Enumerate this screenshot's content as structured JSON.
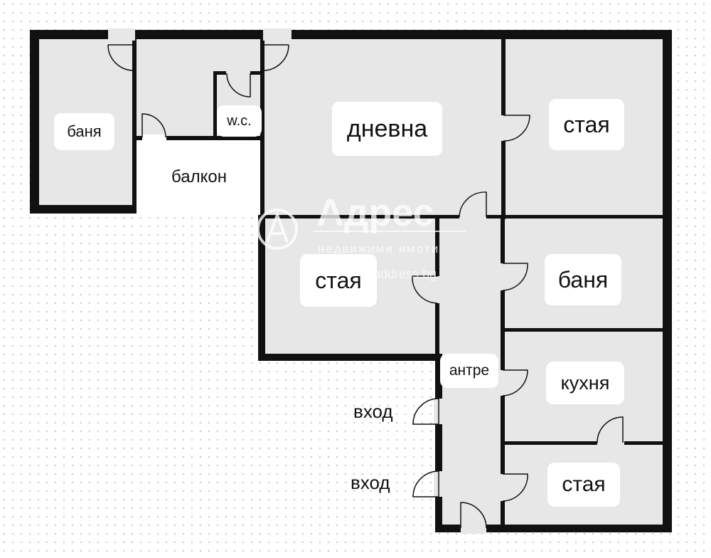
{
  "rooms": {
    "bath_left": "баня",
    "balcony": "балкон",
    "wc": "w.c.",
    "living": "дневна",
    "room_top_right": "стая",
    "room_center": "стая",
    "bath_right": "баня",
    "hall": "антре",
    "kitchen": "кухня",
    "room_bottom_right": "стая"
  },
  "entrances": {
    "upper": "вход",
    "lower": "вход"
  },
  "watermark": {
    "name": "Адрес",
    "tagline": "недвижими имоти",
    "site": "address.bg"
  },
  "colors": {
    "wall": "#111111",
    "floor": "#e7e7e7",
    "label_bg": "#ffffff",
    "grid_dot": "#b9cfd6"
  }
}
